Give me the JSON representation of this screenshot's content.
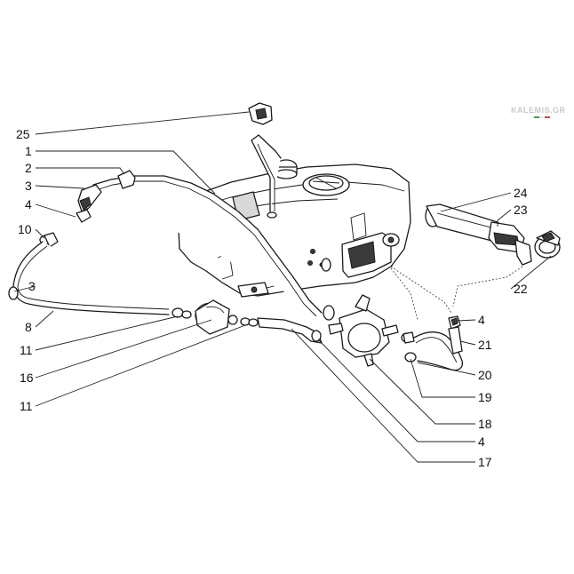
{
  "watermark": "KALEMIS.GR",
  "callouts": {
    "c25": "25",
    "c1": "1",
    "c2": "2",
    "c3a": "3",
    "c4a": "4",
    "c10": "10",
    "c3b": "3",
    "c8": "8",
    "c11a": "11",
    "c16": "16",
    "c11b": "11",
    "c24": "24",
    "c23": "23",
    "c22": "22",
    "c4b": "4",
    "c21": "21",
    "c20": "20",
    "c19": "19",
    "c18": "18",
    "c4c": "4",
    "c17": "17"
  }
}
